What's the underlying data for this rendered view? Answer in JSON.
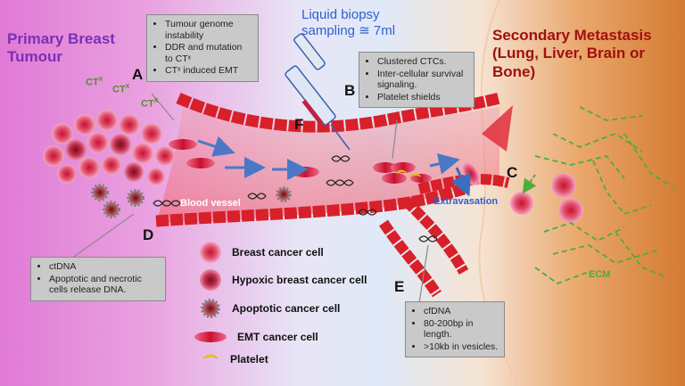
{
  "titles": {
    "primary": "Primary Breast Tumour",
    "liquid_biopsy": "Liquid biopsy sampling ≅ 7ml",
    "secondary": "Secondary Metastasis (Lung, Liver, Brain or Bone)"
  },
  "letters": {
    "A": "A",
    "B": "B",
    "C": "C",
    "D": "D",
    "E": "E",
    "F": "F"
  },
  "ctx_marker": {
    "base": "CT",
    "sup": "X"
  },
  "box_A": {
    "items": [
      "Tumour genome instability",
      "DDR and mutation to CTˣ",
      "CTˣ induced EMT"
    ]
  },
  "box_B": {
    "items": [
      "Clustered CTCs.",
      "Inter-cellular survival signaling.",
      "Platelet shields"
    ]
  },
  "box_D": {
    "items": [
      "ctDNA",
      "Apoptotic and necrotic cells release DNA."
    ]
  },
  "box_E": {
    "items": [
      "cfDNA",
      "80-200bp in length.",
      ">10kb in vesicles."
    ]
  },
  "labels": {
    "blood_vessel": "Blood vessel",
    "extravasation": "Extravasation",
    "ecm": "ECM"
  },
  "legend": [
    {
      "icon": "breast-cancer-cell-icon",
      "label": "Breast cancer cell"
    },
    {
      "icon": "hypoxic-cell-icon",
      "label": "Hypoxic breast cancer cell"
    },
    {
      "icon": "apoptotic-cell-icon",
      "label": "Apoptotic cancer cell"
    },
    {
      "icon": "emt-cell-icon",
      "label": "EMT cancer cell"
    },
    {
      "icon": "platelet-icon",
      "label": "Platelet"
    }
  ],
  "colors": {
    "primary_title": "#7a2fb5",
    "liquid_title": "#2f5fd0",
    "secondary_title": "#a01010",
    "vessel": "#d8202a",
    "ecm": "#4cae3a",
    "arrow": "#4a78c4"
  }
}
